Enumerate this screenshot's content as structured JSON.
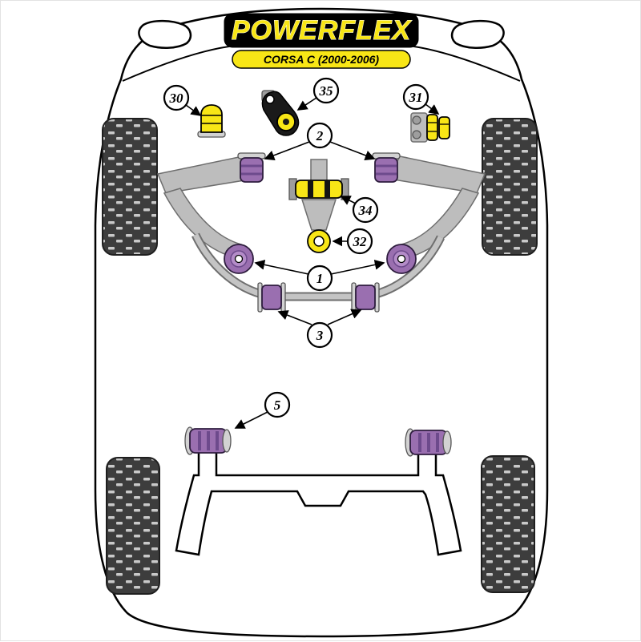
{
  "header": {
    "brand": "POWERFLEX",
    "model": "CORSA C (2000-2006)"
  },
  "callouts": [
    {
      "label": "30"
    },
    {
      "label": "35"
    },
    {
      "label": "31"
    },
    {
      "label": "2"
    },
    {
      "label": "34"
    },
    {
      "label": "32"
    },
    {
      "label": "1"
    },
    {
      "label": "3"
    },
    {
      "label": "5"
    }
  ],
  "colors": {
    "bush_purple": "#9a6fb0",
    "bush_yellow": "#f8e616",
    "metal_gray": "#bdbdbd",
    "tire_dark": "#3d3d3d",
    "logo_bg": "#000000",
    "logo_text": "#f8e616"
  }
}
